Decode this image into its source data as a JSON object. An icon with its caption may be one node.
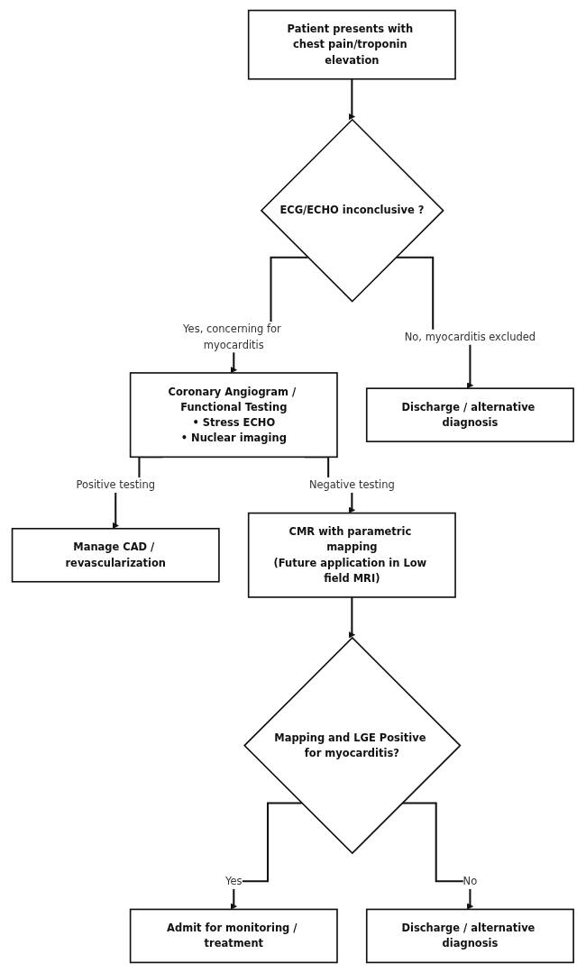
{
  "diagram": {
    "nodes": [
      {
        "text": [
          "Patient presents with chest pain/troponin elevation"
        ]
      },
      {
        "text": [
          "ECG/ECHO inconclusive ?"
        ]
      },
      {
        "text": [
          "Coronary Angiogram / Functional Testing",
          "• Stress ECHO",
          "• Nuclear imaging"
        ]
      },
      {
        "text": [
          "Discharge / alternative diagnosis"
        ]
      },
      {
        "text": [
          "Manage CAD / revascularization"
        ]
      },
      {
        "text": [
          "CMR with parametric mapping",
          "(Future application in Low field MRI)"
        ]
      },
      {
        "text": [
          "Mapping and LGE Positive for myocarditis?"
        ]
      },
      {
        "text": [
          "Admit for monitoring / treatment"
        ]
      },
      {
        "text": [
          "Discharge / alternative diagnosis"
        ]
      }
    ],
    "edges": [
      {
        "from": 0,
        "to": 1,
        "arrow": "to"
      },
      {
        "from": 1,
        "to": 2,
        "arrow": "to",
        "label": "Yes, concerning for myocarditis"
      },
      {
        "from": 1,
        "to": 3,
        "arrow": "to",
        "label": "No, myocarditis excluded"
      },
      {
        "from": 2,
        "to": 4,
        "arrow": "to",
        "label": "Positive testing"
      },
      {
        "from": 2,
        "to": 5,
        "arrow": "to",
        "label": "Negative testing"
      },
      {
        "from": 5,
        "to": 6,
        "arrow": "to"
      },
      {
        "from": 6,
        "to": 7,
        "arrow": "to",
        "label": "Yes"
      },
      {
        "from": 6,
        "to": 8,
        "arrow": "to",
        "label": "No"
      }
    ]
  }
}
